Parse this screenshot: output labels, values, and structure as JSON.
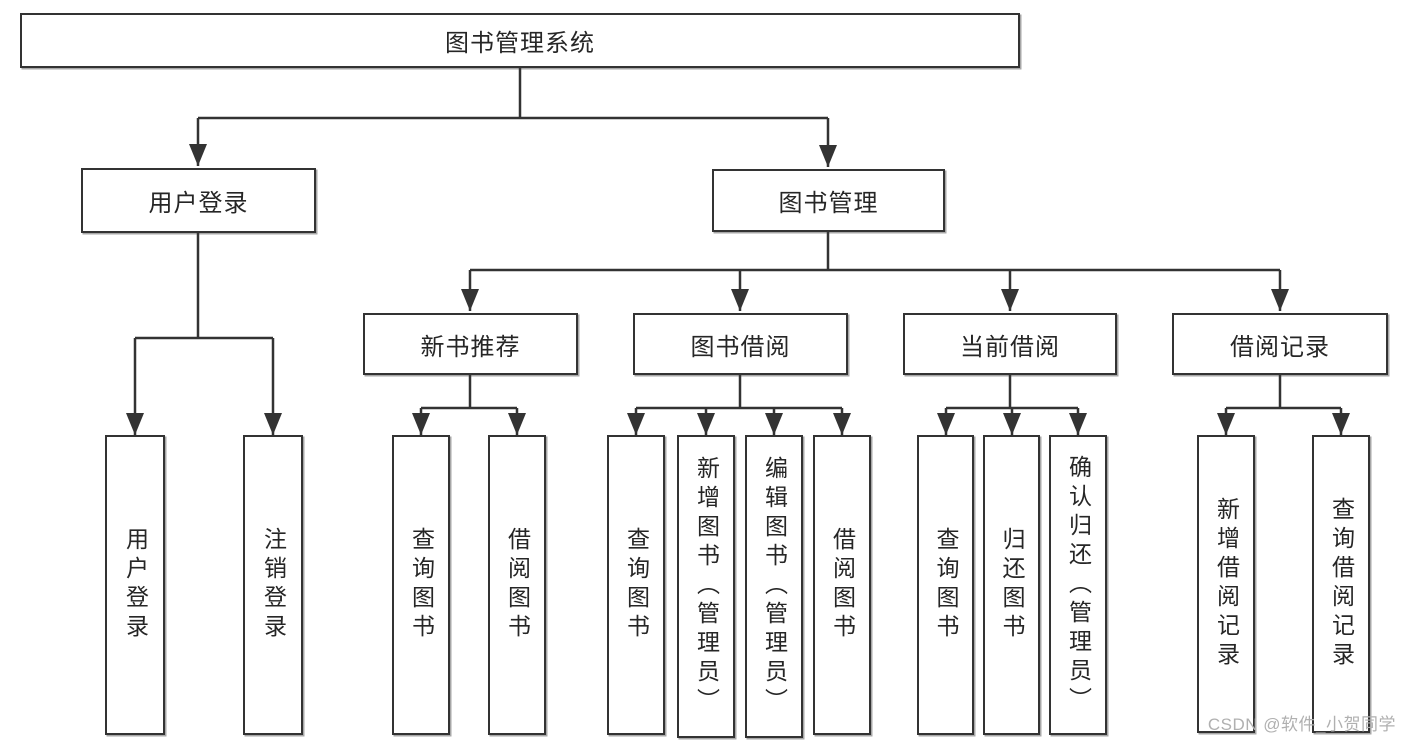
{
  "diagram": {
    "root": {
      "label": "图书管理系统"
    },
    "level2": [
      {
        "label": "用户登录"
      },
      {
        "label": "图书管理"
      }
    ],
    "level3": [
      {
        "label": "新书推荐"
      },
      {
        "label": "图书借阅"
      },
      {
        "label": "当前借阅"
      },
      {
        "label": "借阅记录"
      }
    ],
    "leaves": {
      "login": [
        "用户登录",
        "注销登录"
      ],
      "new_books": [
        "查询图书",
        "借阅图书"
      ],
      "borrow": [
        "查询图书",
        "新增图书（管理员）",
        "编辑图书（管理员）",
        "借阅图书"
      ],
      "current": [
        "查询图书",
        "归还图书",
        "确认归还（管理员）"
      ],
      "records": [
        "新增借阅记录",
        "查询借阅记录"
      ]
    },
    "watermark": {
      "text": "CSDN @软件_小贺同学"
    },
    "colors": {
      "line": "#333333",
      "text": "#262626",
      "watermark": "#b0b0b0",
      "background": "#ffffff"
    }
  }
}
